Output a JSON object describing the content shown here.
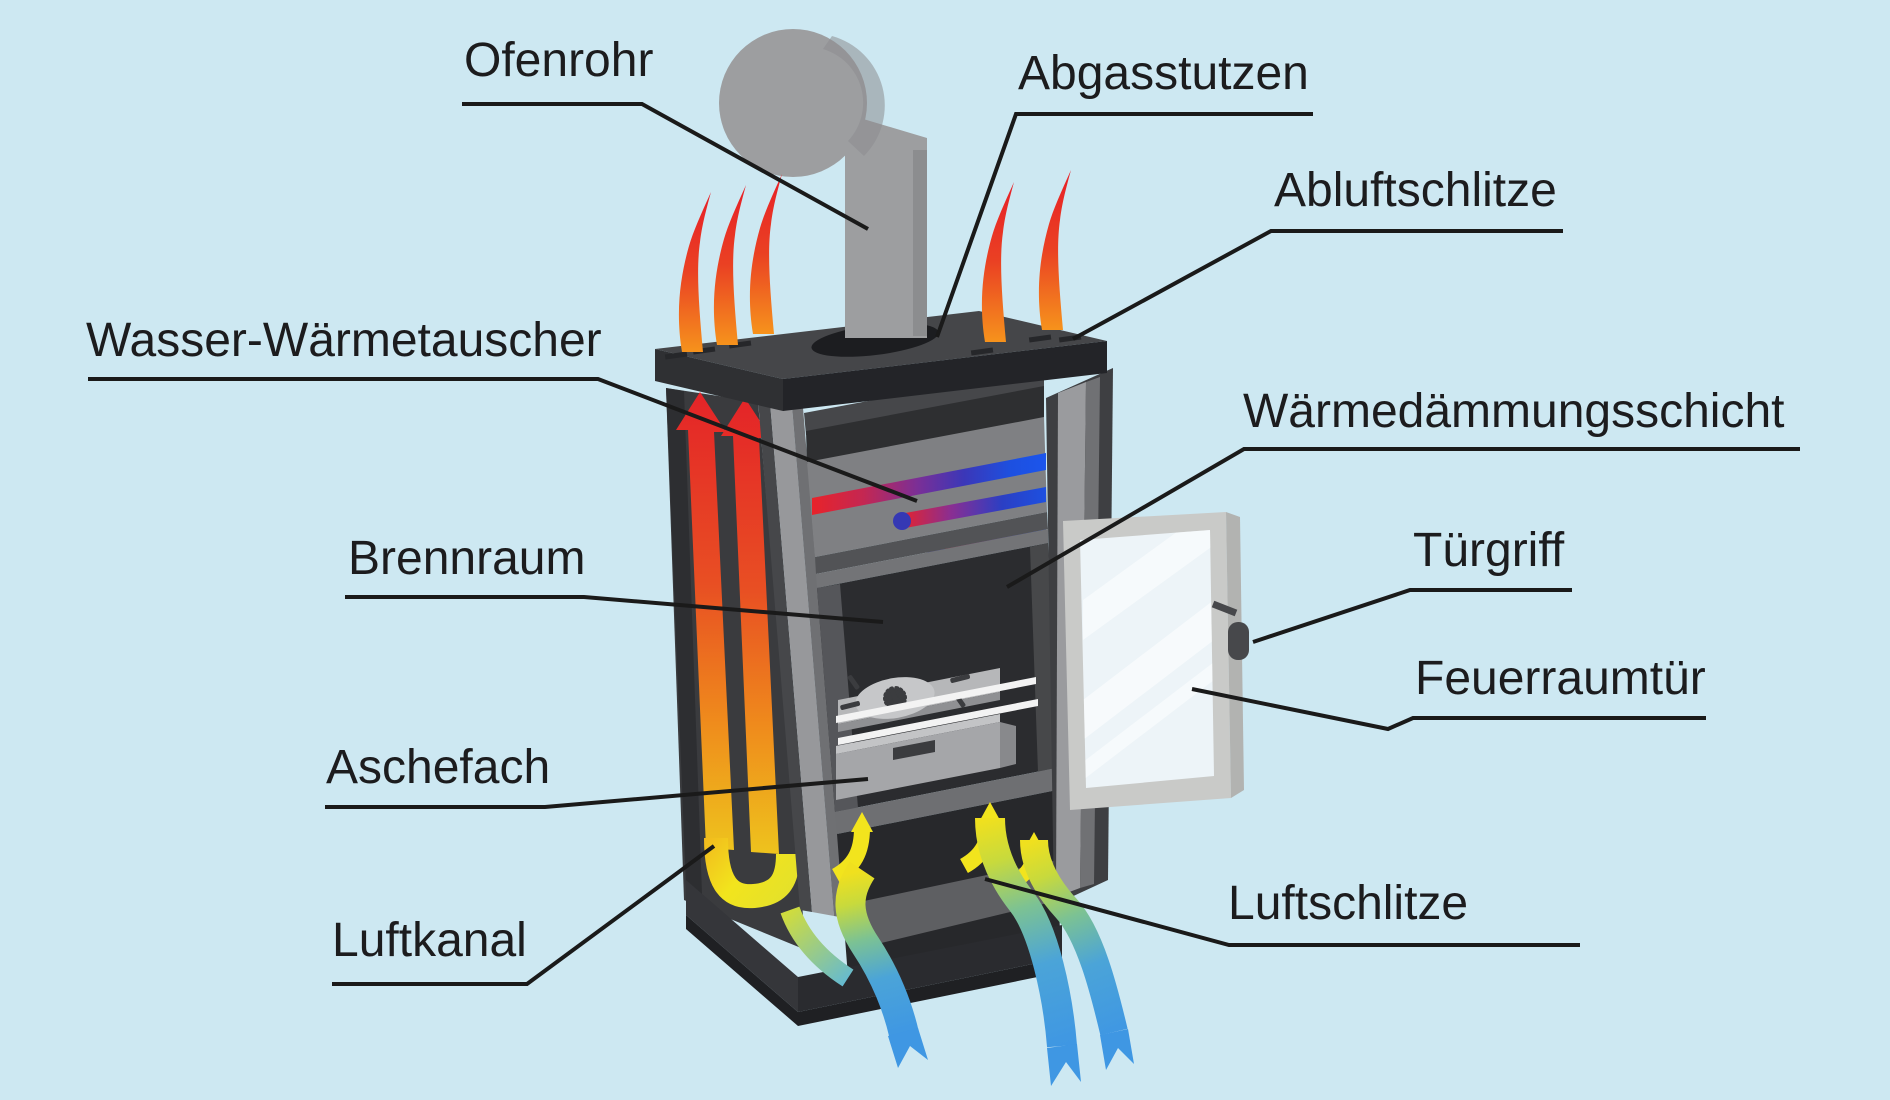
{
  "labels": {
    "ofenrohr": "Ofenrohr",
    "abgasstutzen": "Abgasstutzen",
    "abluftschlitze": "Abluftschlitze",
    "wasser_waermetauscher": "Wasser-Wärmetauscher",
    "waermedaemmungsschicht": "Wärmedämmungsschicht",
    "brennraum": "Brennraum",
    "tuergriff": "Türgriff",
    "feuerraumtuer": "Feuerraumtür",
    "aschefach": "Aschefach",
    "luftschlitze": "Luftschlitze",
    "luftkanal": "Luftkanal"
  },
  "colors": {
    "background": "#cde8f2",
    "text": "#1c1c1e",
    "leader_line": "#1a1a1a",
    "stove_charcoal": "#232428",
    "stove_panel_dark": "#3a3b3e",
    "stove_grey_light": "#97989b",
    "chimney_grey": "#9d9ea0",
    "flame_red": "#e71f27",
    "flame_orange": "#f6921c",
    "heat_yellow": "#f2e41d",
    "cold_air_blue": "#3f97e3",
    "water_hot": "#e8232a",
    "water_cold": "#1d50e0",
    "door_glass": "#edf4f8",
    "door_frame": "#c9cac8"
  }
}
